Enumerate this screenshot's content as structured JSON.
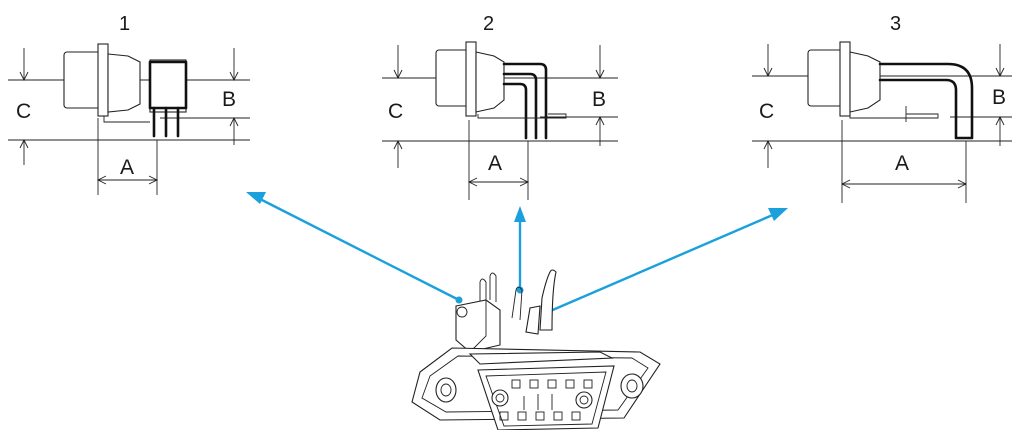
{
  "variants": [
    {
      "number": "1",
      "dim_a": "A",
      "dim_b": "B",
      "dim_c": "C"
    },
    {
      "number": "2",
      "dim_a": "A",
      "dim_b": "B",
      "dim_c": "C"
    },
    {
      "number": "3",
      "dim_a": "A",
      "dim_b": "B",
      "dim_c": "C"
    }
  ],
  "colors": {
    "arrow": "#1aa0dc",
    "line": "#222222"
  }
}
